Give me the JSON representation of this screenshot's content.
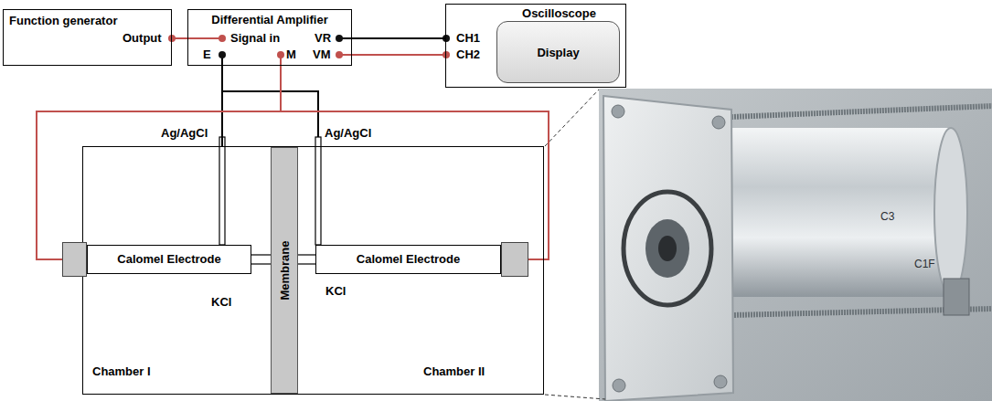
{
  "diagram": {
    "nodes": [
      {
        "text": [
          "Function generator",
          "Output"
        ]
      },
      {
        "text": [
          "Differential Amplifier",
          "Signal in",
          "E",
          "M",
          "VR",
          "VM"
        ]
      },
      {
        "text": [
          "Oscilloscope",
          "CH1",
          "CH2"
        ]
      },
      {
        "text": [
          "Display"
        ],
        "in": 2
      },
      {
        "text": [
          "KCl",
          "KCl",
          "Chamber I",
          "Chamber II"
        ]
      },
      {
        "text": [
          "Calomel Electrode"
        ],
        "in": 4
      },
      {
        "text": [
          "Membrane"
        ],
        "in": 4
      },
      {
        "text": [
          "Calomel Electrode"
        ],
        "in": 4
      }
    ],
    "edges": [
      {
        "from": 0,
        "to": 1,
        "arrow": "none"
      },
      {
        "from": 1,
        "to": 2,
        "arrow": "none"
      },
      {
        "from": 1,
        "to": 2,
        "arrow": "none"
      },
      {
        "from": 1,
        "to": 4,
        "arrow": "none"
      },
      {
        "from": 1,
        "to": 5,
        "arrow": "none"
      },
      {
        "from": 1,
        "to": 7,
        "arrow": "none"
      }
    ],
    "labels": [
      "Ag/AgCl",
      "Ag/AgCl",
      "C3",
      "C1F"
    ]
  }
}
